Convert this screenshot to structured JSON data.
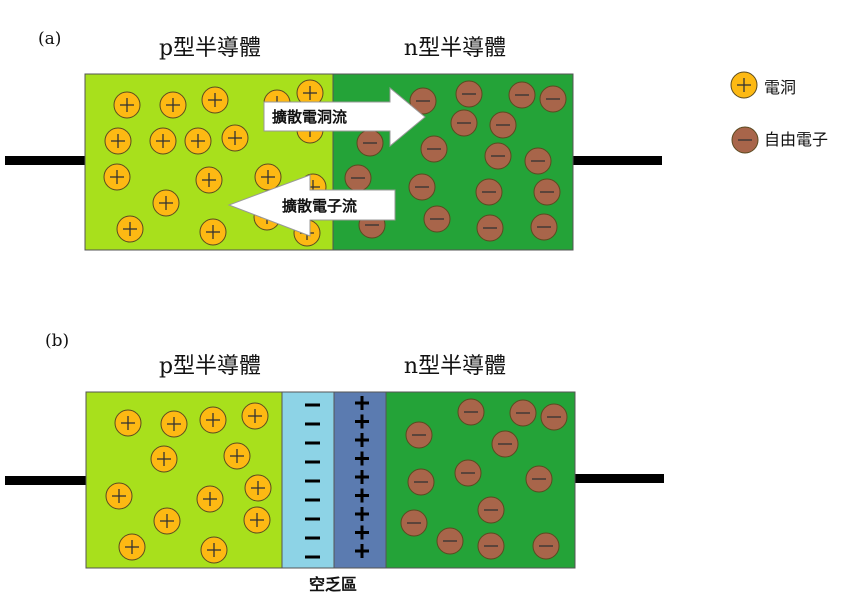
{
  "panel_a": {
    "label": "(a)",
    "p_title": "p型半導體",
    "n_title": "n型半導體",
    "arrow_right_label": "擴散電洞流",
    "arrow_left_label": "擴散電子流"
  },
  "panel_b": {
    "label": "(b)",
    "p_title": "p型半導體",
    "n_title": "n型半導體",
    "depletion_label": "空乏區"
  },
  "legend": {
    "hole_label": "電洞",
    "electron_label": "自由電子"
  },
  "colors": {
    "p_region": "#a8e01c",
    "n_region": "#24a338",
    "hole": "#fdb913",
    "electron": "#a8654a",
    "depletion_neg": "#8dd3e6",
    "depletion_pos": "#5b7bb0",
    "wire": "#000000"
  }
}
